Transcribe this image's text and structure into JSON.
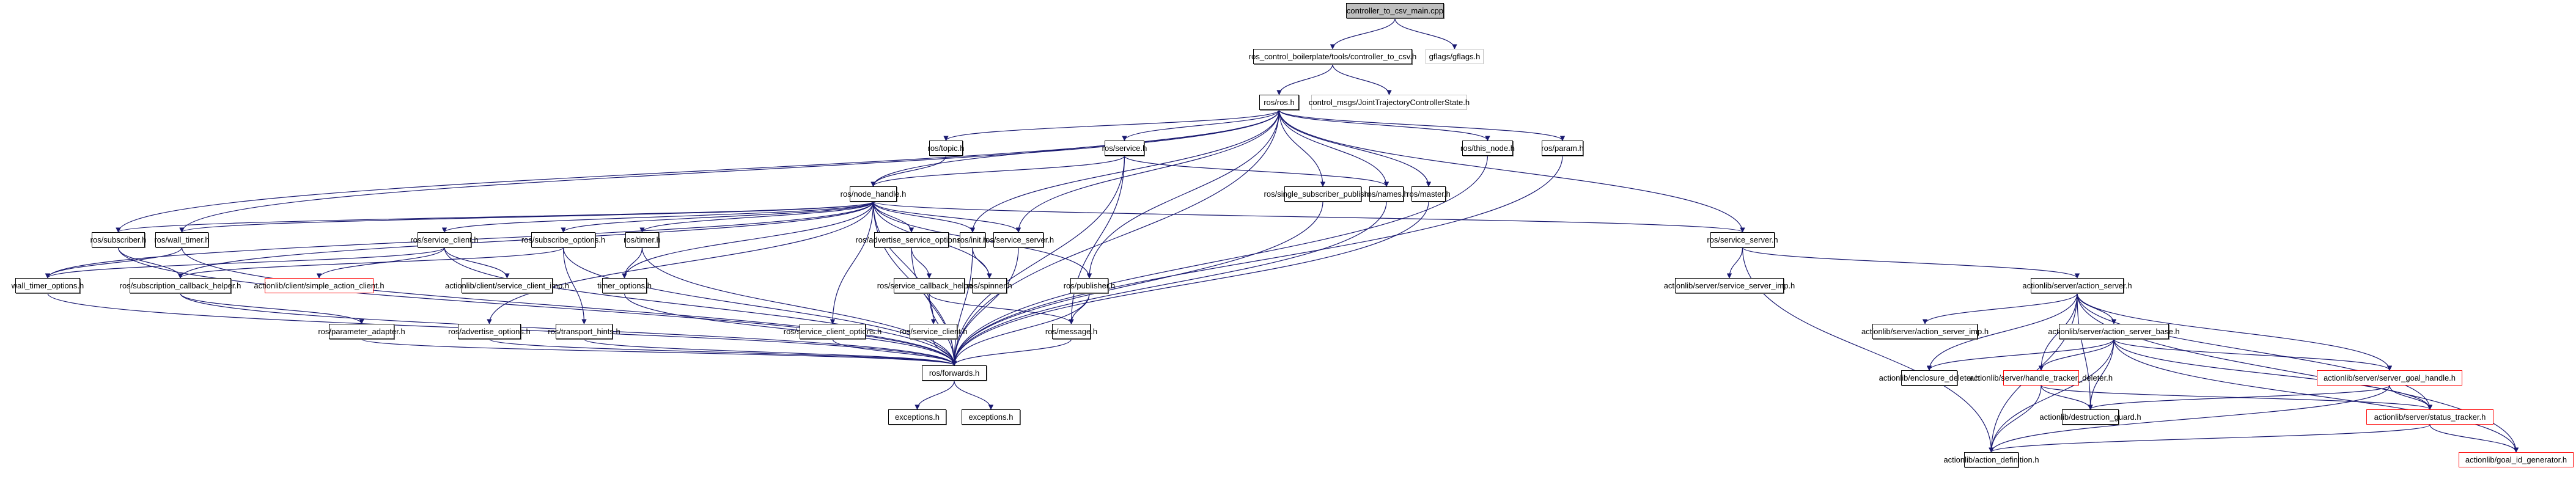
{
  "title": "controller_to_csv_main.cpp include dependency graph",
  "colors": {
    "edge": "#191970",
    "node_border": "#000000",
    "root_fill": "#bfbfbf",
    "external_border": "#bfbfbf",
    "truncated_border": "#ff0000"
  },
  "nodes": [
    {
      "id": "main",
      "label": "controller_to_csv_main.cpp",
      "kind": "root"
    },
    {
      "id": "c2csv",
      "label": "ros_control_boilerplate/tools/controller_to_csv.h",
      "kind": "normal"
    },
    {
      "id": "gflags",
      "label": "gflags/gflags.h",
      "kind": "external"
    },
    {
      "id": "rosh",
      "label": "ros/ros.h",
      "kind": "normal"
    },
    {
      "id": "jtcs",
      "label": "control_msgs/JointTrajectoryControllerState.h",
      "kind": "external"
    },
    {
      "id": "topic",
      "label": "ros/topic.h",
      "kind": "normal"
    },
    {
      "id": "service",
      "label": "ros/service.h",
      "kind": "normal"
    },
    {
      "id": "thisnode",
      "label": "ros/this_node.h",
      "kind": "normal"
    },
    {
      "id": "param",
      "label": "ros/param.h",
      "kind": "normal"
    },
    {
      "id": "nodehandle",
      "label": "ros/node_handle.h",
      "kind": "normal"
    },
    {
      "id": "ssp",
      "label": "ros/single_subscriber_publisher.h",
      "kind": "normal"
    },
    {
      "id": "names",
      "label": "ros/names.h",
      "kind": "normal"
    },
    {
      "id": "master",
      "label": "ros/master.h",
      "kind": "normal"
    },
    {
      "id": "subscriber",
      "label": "ros/subscriber.h",
      "kind": "normal"
    },
    {
      "id": "walltimer",
      "label": "ros/wall_timer.h",
      "kind": "normal"
    },
    {
      "id": "serviceclient1",
      "label": "ros/service_client.h",
      "kind": "normal"
    },
    {
      "id": "subopts",
      "label": "ros/subscribe_options.h",
      "kind": "normal"
    },
    {
      "id": "timer",
      "label": "ros/timer.h",
      "kind": "normal"
    },
    {
      "id": "advsrvopts",
      "label": "ros/advertise_service_options.h",
      "kind": "normal"
    },
    {
      "id": "init",
      "label": "ros/init.h",
      "kind": "normal"
    },
    {
      "id": "srvserver1",
      "label": "ros/service_server.h",
      "kind": "normal"
    },
    {
      "id": "srvserver2",
      "label": "ros/service_server.h",
      "kind": "normal"
    },
    {
      "id": "wtopts",
      "label": "wall_timer_options.h",
      "kind": "normal"
    },
    {
      "id": "subcbhelper",
      "label": "ros/subscription_callback_helper.h",
      "kind": "normal"
    },
    {
      "id": "sac",
      "label": "actionlib/client/simple_action_client.h",
      "kind": "truncated"
    },
    {
      "id": "scimp",
      "label": "actionlib/client/service_client_imp.h",
      "kind": "normal"
    },
    {
      "id": "timeropts",
      "label": "timer_options.h",
      "kind": "normal"
    },
    {
      "id": "srvcbhelper",
      "label": "ros/service_callback_helper.h",
      "kind": "normal"
    },
    {
      "id": "spinner",
      "label": "ros/spinner.h",
      "kind": "normal"
    },
    {
      "id": "publisher",
      "label": "ros/publisher.h",
      "kind": "normal"
    },
    {
      "id": "ssimp",
      "label": "actionlib/server/service_server_imp.h",
      "kind": "normal"
    },
    {
      "id": "actionserver",
      "label": "actionlib/server/action_server.h",
      "kind": "normal"
    },
    {
      "id": "paramadapter",
      "label": "ros/parameter_adapter.h",
      "kind": "normal"
    },
    {
      "id": "advopts",
      "label": "ros/advertise_options.h",
      "kind": "normal"
    },
    {
      "id": "transporthints",
      "label": "ros/transport_hints.h",
      "kind": "normal"
    },
    {
      "id": "scopts",
      "label": "ros/service_client_options.h",
      "kind": "normal"
    },
    {
      "id": "serviceclient2",
      "label": "ros/service_client.h",
      "kind": "normal"
    },
    {
      "id": "message",
      "label": "ros/message.h",
      "kind": "normal"
    },
    {
      "id": "asimp",
      "label": "actionlib/server/action_server_imp.h",
      "kind": "normal"
    },
    {
      "id": "asbase",
      "label": "actionlib/server/action_server_base.h",
      "kind": "normal"
    },
    {
      "id": "forwards",
      "label": "ros/forwards.h",
      "kind": "normal"
    },
    {
      "id": "encdel",
      "label": "actionlib/enclosure_deleter.h",
      "kind": "normal"
    },
    {
      "id": "htdel",
      "label": "actionlib/server/handle_tracker_deleter.h",
      "kind": "truncated"
    },
    {
      "id": "sgh",
      "label": "actionlib/server/server_goal_handle.h",
      "kind": "truncated"
    },
    {
      "id": "exc1",
      "label": "exceptions.h",
      "kind": "normal"
    },
    {
      "id": "exc2",
      "label": "exceptions.h",
      "kind": "normal"
    },
    {
      "id": "dguard",
      "label": "actionlib/destruction_guard.h",
      "kind": "normal"
    },
    {
      "id": "stracker",
      "label": "actionlib/server/status_tracker.h",
      "kind": "truncated"
    },
    {
      "id": "actiondef",
      "label": "actionlib/action_definition.h",
      "kind": "normal"
    },
    {
      "id": "goalid",
      "label": "actionlib/goal_id_generator.h",
      "kind": "truncated"
    }
  ],
  "edges": [
    [
      "main",
      "c2csv"
    ],
    [
      "main",
      "gflags"
    ],
    [
      "c2csv",
      "rosh"
    ],
    [
      "c2csv",
      "jtcs"
    ],
    [
      "rosh",
      "topic"
    ],
    [
      "rosh",
      "service"
    ],
    [
      "rosh",
      "thisnode"
    ],
    [
      "rosh",
      "param"
    ],
    [
      "rosh",
      "nodehandle"
    ],
    [
      "rosh",
      "ssp"
    ],
    [
      "rosh",
      "names"
    ],
    [
      "rosh",
      "master"
    ],
    [
      "rosh",
      "subscriber"
    ],
    [
      "rosh",
      "walltimer"
    ],
    [
      "rosh",
      "init"
    ],
    [
      "rosh",
      "srvserver1"
    ],
    [
      "rosh",
      "srvserver2"
    ],
    [
      "rosh",
      "publisher"
    ],
    [
      "rosh",
      "forwards"
    ],
    [
      "topic",
      "nodehandle"
    ],
    [
      "service",
      "nodehandle"
    ],
    [
      "service",
      "names"
    ],
    [
      "service",
      "message"
    ],
    [
      "service",
      "forwards"
    ],
    [
      "thisnode",
      "forwards"
    ],
    [
      "param",
      "forwards"
    ],
    [
      "nodehandle",
      "subscriber"
    ],
    [
      "nodehandle",
      "walltimer"
    ],
    [
      "nodehandle",
      "serviceclient1"
    ],
    [
      "nodehandle",
      "subopts"
    ],
    [
      "nodehandle",
      "timer"
    ],
    [
      "nodehandle",
      "advsrvopts"
    ],
    [
      "nodehandle",
      "init"
    ],
    [
      "nodehandle",
      "srvserver1"
    ],
    [
      "nodehandle",
      "srvserver2"
    ],
    [
      "nodehandle",
      "publisher"
    ],
    [
      "nodehandle",
      "wtopts"
    ],
    [
      "nodehandle",
      "timeropts"
    ],
    [
      "nodehandle",
      "scopts"
    ],
    [
      "nodehandle",
      "serviceclient2"
    ],
    [
      "nodehandle",
      "spinner"
    ],
    [
      "nodehandle",
      "advopts"
    ],
    [
      "nodehandle",
      "subcbhelper"
    ],
    [
      "nodehandle",
      "forwards"
    ],
    [
      "ssp",
      "forwards"
    ],
    [
      "names",
      "forwards"
    ],
    [
      "master",
      "forwards"
    ],
    [
      "subscriber",
      "subcbhelper"
    ],
    [
      "subscriber",
      "forwards"
    ],
    [
      "walltimer",
      "wtopts"
    ],
    [
      "walltimer",
      "forwards"
    ],
    [
      "serviceclient1",
      "sac"
    ],
    [
      "serviceclient1",
      "scimp"
    ],
    [
      "serviceclient1",
      "wtopts"
    ],
    [
      "serviceclient1",
      "forwards"
    ],
    [
      "subopts",
      "transporthints"
    ],
    [
      "subopts",
      "subcbhelper"
    ],
    [
      "subopts",
      "forwards"
    ],
    [
      "timer",
      "timeropts"
    ],
    [
      "timer",
      "forwards"
    ],
    [
      "advsrvopts",
      "srvcbhelper"
    ],
    [
      "advsrvopts",
      "forwards"
    ],
    [
      "init",
      "spinner"
    ],
    [
      "init",
      "forwards"
    ],
    [
      "srvserver1",
      "forwards"
    ],
    [
      "srvserver2",
      "ssimp"
    ],
    [
      "srvserver2",
      "actionserver"
    ],
    [
      "srvserver2",
      "actiondef"
    ],
    [
      "wtopts",
      "forwards"
    ],
    [
      "subcbhelper",
      "paramadapter"
    ],
    [
      "subcbhelper",
      "forwards"
    ],
    [
      "timeropts",
      "forwards"
    ],
    [
      "srvcbhelper",
      "message"
    ],
    [
      "srvcbhelper",
      "forwards"
    ],
    [
      "publisher",
      "message"
    ],
    [
      "publisher",
      "forwards"
    ],
    [
      "actionserver",
      "asimp"
    ],
    [
      "actionserver",
      "asbase"
    ],
    [
      "actionserver",
      "encdel"
    ],
    [
      "actionserver",
      "htdel"
    ],
    [
      "actionserver",
      "sgh"
    ],
    [
      "actionserver",
      "dguard"
    ],
    [
      "actionserver",
      "stracker"
    ],
    [
      "actionserver",
      "actiondef"
    ],
    [
      "actionserver",
      "goalid"
    ],
    [
      "paramadapter",
      "forwards"
    ],
    [
      "advopts",
      "forwards"
    ],
    [
      "transporthints",
      "forwards"
    ],
    [
      "scopts",
      "forwards"
    ],
    [
      "serviceclient2",
      "forwards"
    ],
    [
      "message",
      "forwards"
    ],
    [
      "asbase",
      "encdel"
    ],
    [
      "asbase",
      "htdel"
    ],
    [
      "asbase",
      "sgh"
    ],
    [
      "asbase",
      "dguard"
    ],
    [
      "asbase",
      "stracker"
    ],
    [
      "asbase",
      "actiondef"
    ],
    [
      "asbase",
      "goalid"
    ],
    [
      "forwards",
      "exc1"
    ],
    [
      "forwards",
      "exc2"
    ],
    [
      "htdel",
      "dguard"
    ],
    [
      "htdel",
      "stracker"
    ],
    [
      "htdel",
      "actiondef"
    ],
    [
      "sgh",
      "dguard"
    ],
    [
      "sgh",
      "stracker"
    ],
    [
      "sgh",
      "actiondef"
    ],
    [
      "stracker",
      "actiondef"
    ],
    [
      "stracker",
      "goalid"
    ]
  ]
}
